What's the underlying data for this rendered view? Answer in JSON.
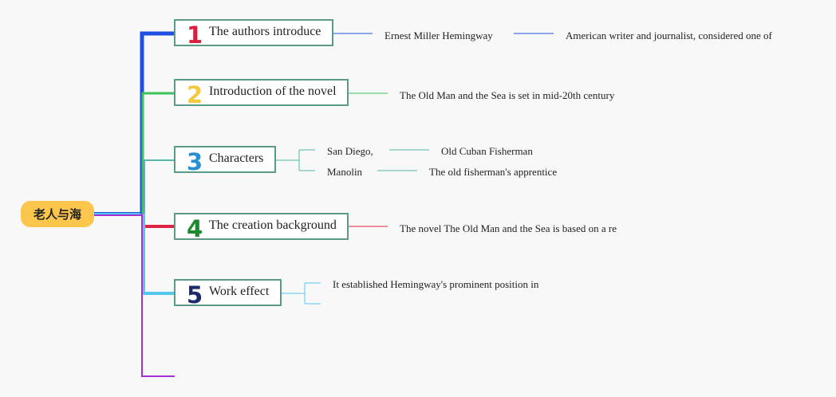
{
  "root": {
    "label": "老人与海"
  },
  "topics": [
    {
      "number": "1",
      "label": "The authors introduce",
      "num_color": "#d81f3c"
    },
    {
      "number": "2",
      "label": "Introduction of the novel",
      "num_color": "#f5c842"
    },
    {
      "number": "3",
      "label": "Characters",
      "num_color": "#2a8fd0"
    },
    {
      "number": "4",
      "label": "The creation background",
      "num_color": "#1e8a2e"
    },
    {
      "number": "5",
      "label": "Work effect",
      "num_color": "#1c2a6b"
    }
  ],
  "details": {
    "author_name": "Ernest Miller Hemingway",
    "author_desc": "American writer and journalist, considered one of",
    "novel_intro": "The Old Man and the Sea is set in mid-20th century",
    "char1_name": "San Diego,",
    "char1_desc": "Old Cuban Fisherman",
    "char2_name": "Manolin",
    "char2_desc": "The old fisherman's apprentice",
    "background": "The novel The Old Man and the Sea is based on a re",
    "effect": "It established Hemingway's prominent position in"
  },
  "colors": {
    "branch1": "#1f4fe0",
    "branch2": "#3cc25a",
    "branch3": "#55b8a8",
    "branch4": "#e02244",
    "branch5": "#52c8f0",
    "branch6": "#a430d0",
    "topic_border": "#5b9a89",
    "root_fill": "#fcc64d"
  }
}
